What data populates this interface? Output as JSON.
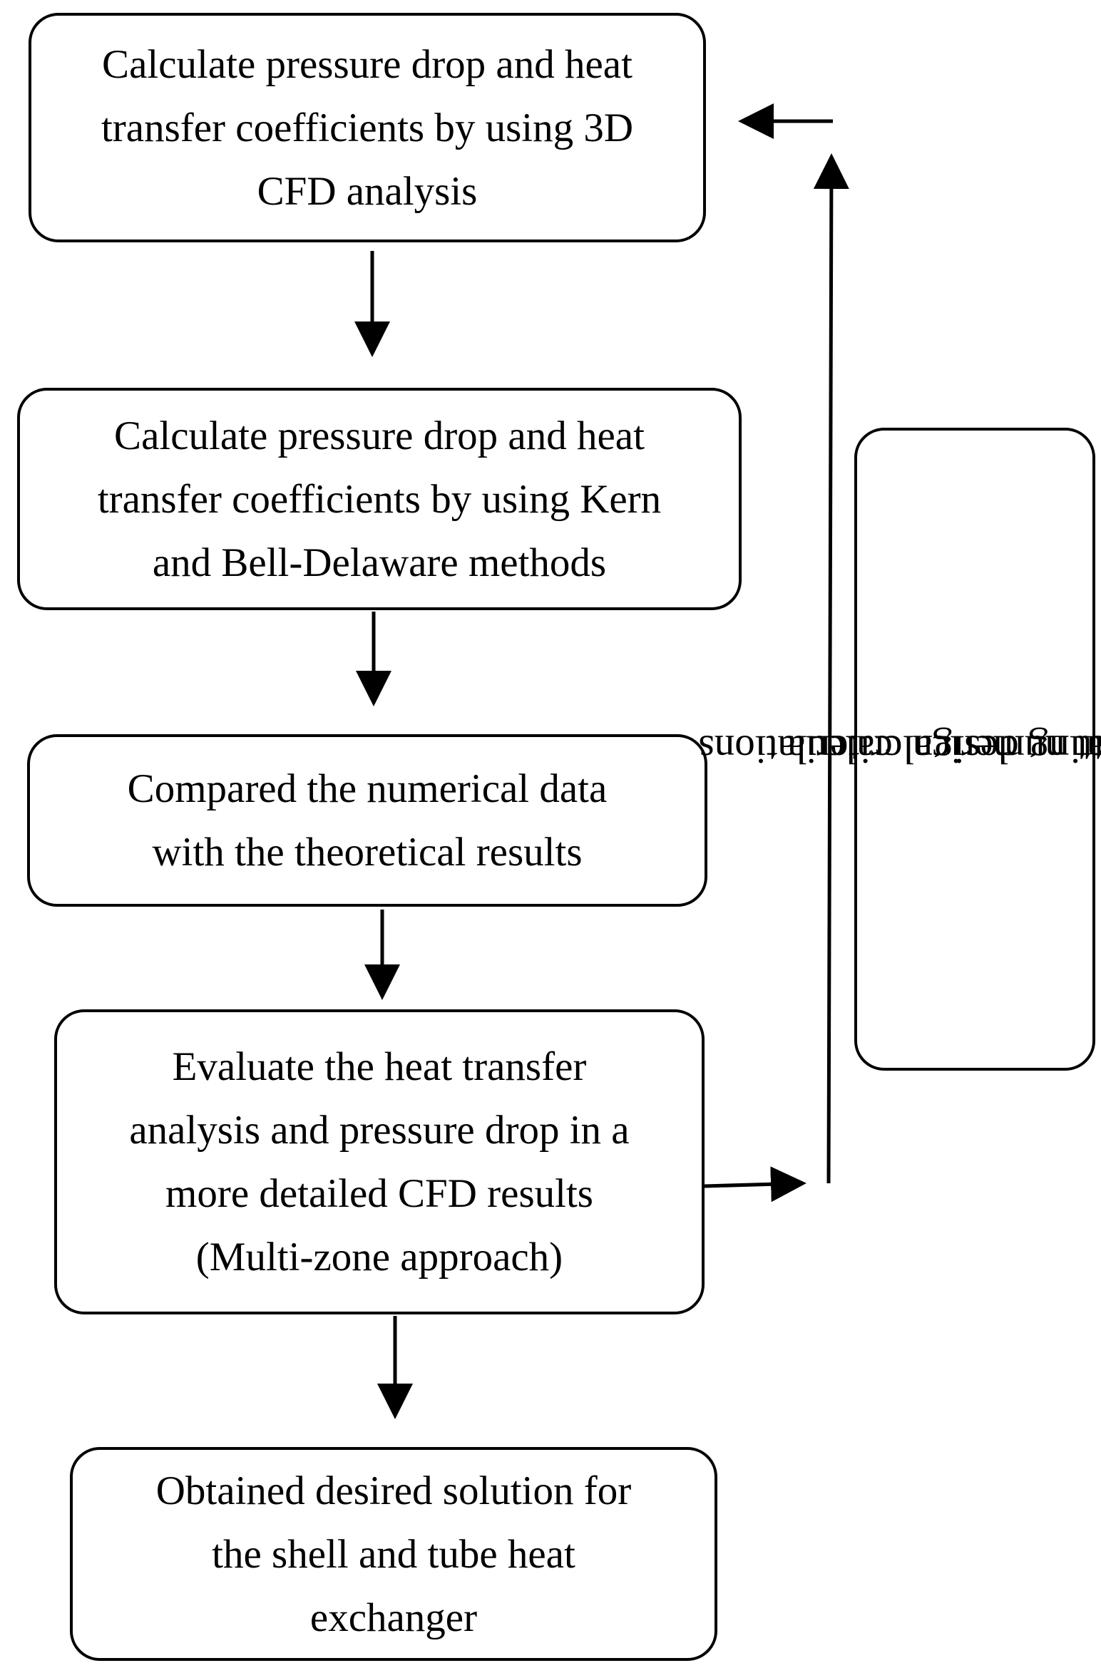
{
  "steps": [
    {
      "id": "step-3d-cfd",
      "text": "Calculate pressure drop and heat\ntransfer coefficients by using 3D\nCFD analysis"
    },
    {
      "id": "step-kern-bell-delaware",
      "text": "Calculate pressure drop and heat\ntransfer coefficients by using Kern\nand Bell-Delaware methods"
    },
    {
      "id": "step-compare",
      "text": "Compared the numerical data\nwith the theoretical results"
    },
    {
      "id": "step-evaluate",
      "text": "Evaluate the heat transfer\nanalysis and pressure drop in a\nmore detailed CFD results\n(Multi-zone approach)"
    },
    {
      "id": "step-obtained",
      "text": "Obtained desired solution for\nthe shell and tube heat\nexchanger"
    }
  ],
  "loop_note": {
    "line1": "Repeat numerical calculations",
    "line2": "until getting design criteria"
  },
  "colors": {
    "stroke": "#000000",
    "background": "#ffffff"
  }
}
